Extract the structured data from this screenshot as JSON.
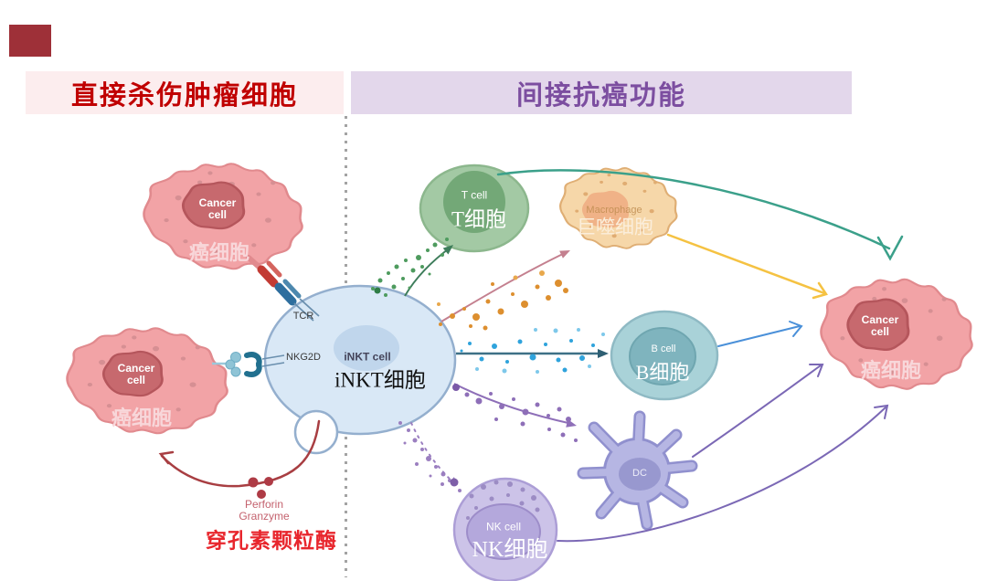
{
  "sections": {
    "direct": {
      "title": "直接杀伤肿瘤细胞",
      "bg_color": "#FCEDEE",
      "text_color": "#C00000"
    },
    "indirect": {
      "title": "间接抗癌功能",
      "bg_color": "#E3D7EB",
      "text_color": "#7C4EA0"
    }
  },
  "corner_swatch_color": "#9E3038",
  "cells": {
    "cancer_top": {
      "en": "Cancer\ncell",
      "cn": "癌细胞"
    },
    "cancer_bottom": {
      "en": "Cancer\ncell",
      "cn": "癌细胞"
    },
    "cancer_right": {
      "en": "Cancer\ncell",
      "cn": "癌细胞"
    },
    "inkt": {
      "en": "iNKT cell",
      "cn": "iNKT细胞"
    },
    "t": {
      "en": "T cell",
      "cn": "T细胞"
    },
    "macrophage": {
      "en": "Macrophage",
      "cn": "巨噬细胞"
    },
    "b": {
      "en": "B cell",
      "cn": "B细胞"
    },
    "dc": {
      "en": "DC"
    },
    "nk": {
      "en": "NK cell",
      "cn": "NK细胞"
    }
  },
  "receptors": {
    "tcr": "TCR",
    "nkg2d": "NKG2D"
  },
  "molecules": {
    "perforin_en": "Perforin\nGranzyme",
    "perforin_cn": "穿孔素颗粒酶"
  },
  "colors": {
    "cancer_body": "#F2A3A6",
    "cancer_nucleus": "#C7696E",
    "inkt_body": "#D9E8F6",
    "t_body": "#A3C9A4",
    "macrophage_body": "#F6D7A9",
    "b_body": "#A9D2D8",
    "dc_body": "#B6B6E3",
    "nk_body": "#CCC3E8",
    "arrow_green": "#3E7D5B",
    "arrow_rose": "#C4808F",
    "arrow_teal_dotted": "#3D7086",
    "arrow_purple": "#8E6FB8",
    "arc_teal": "#3BA08A",
    "arc_yellow": "#F5C242",
    "arc_blue": "#4A90D9",
    "arc_purple": "#7B68B5",
    "perforin_red": "#A83E42"
  }
}
